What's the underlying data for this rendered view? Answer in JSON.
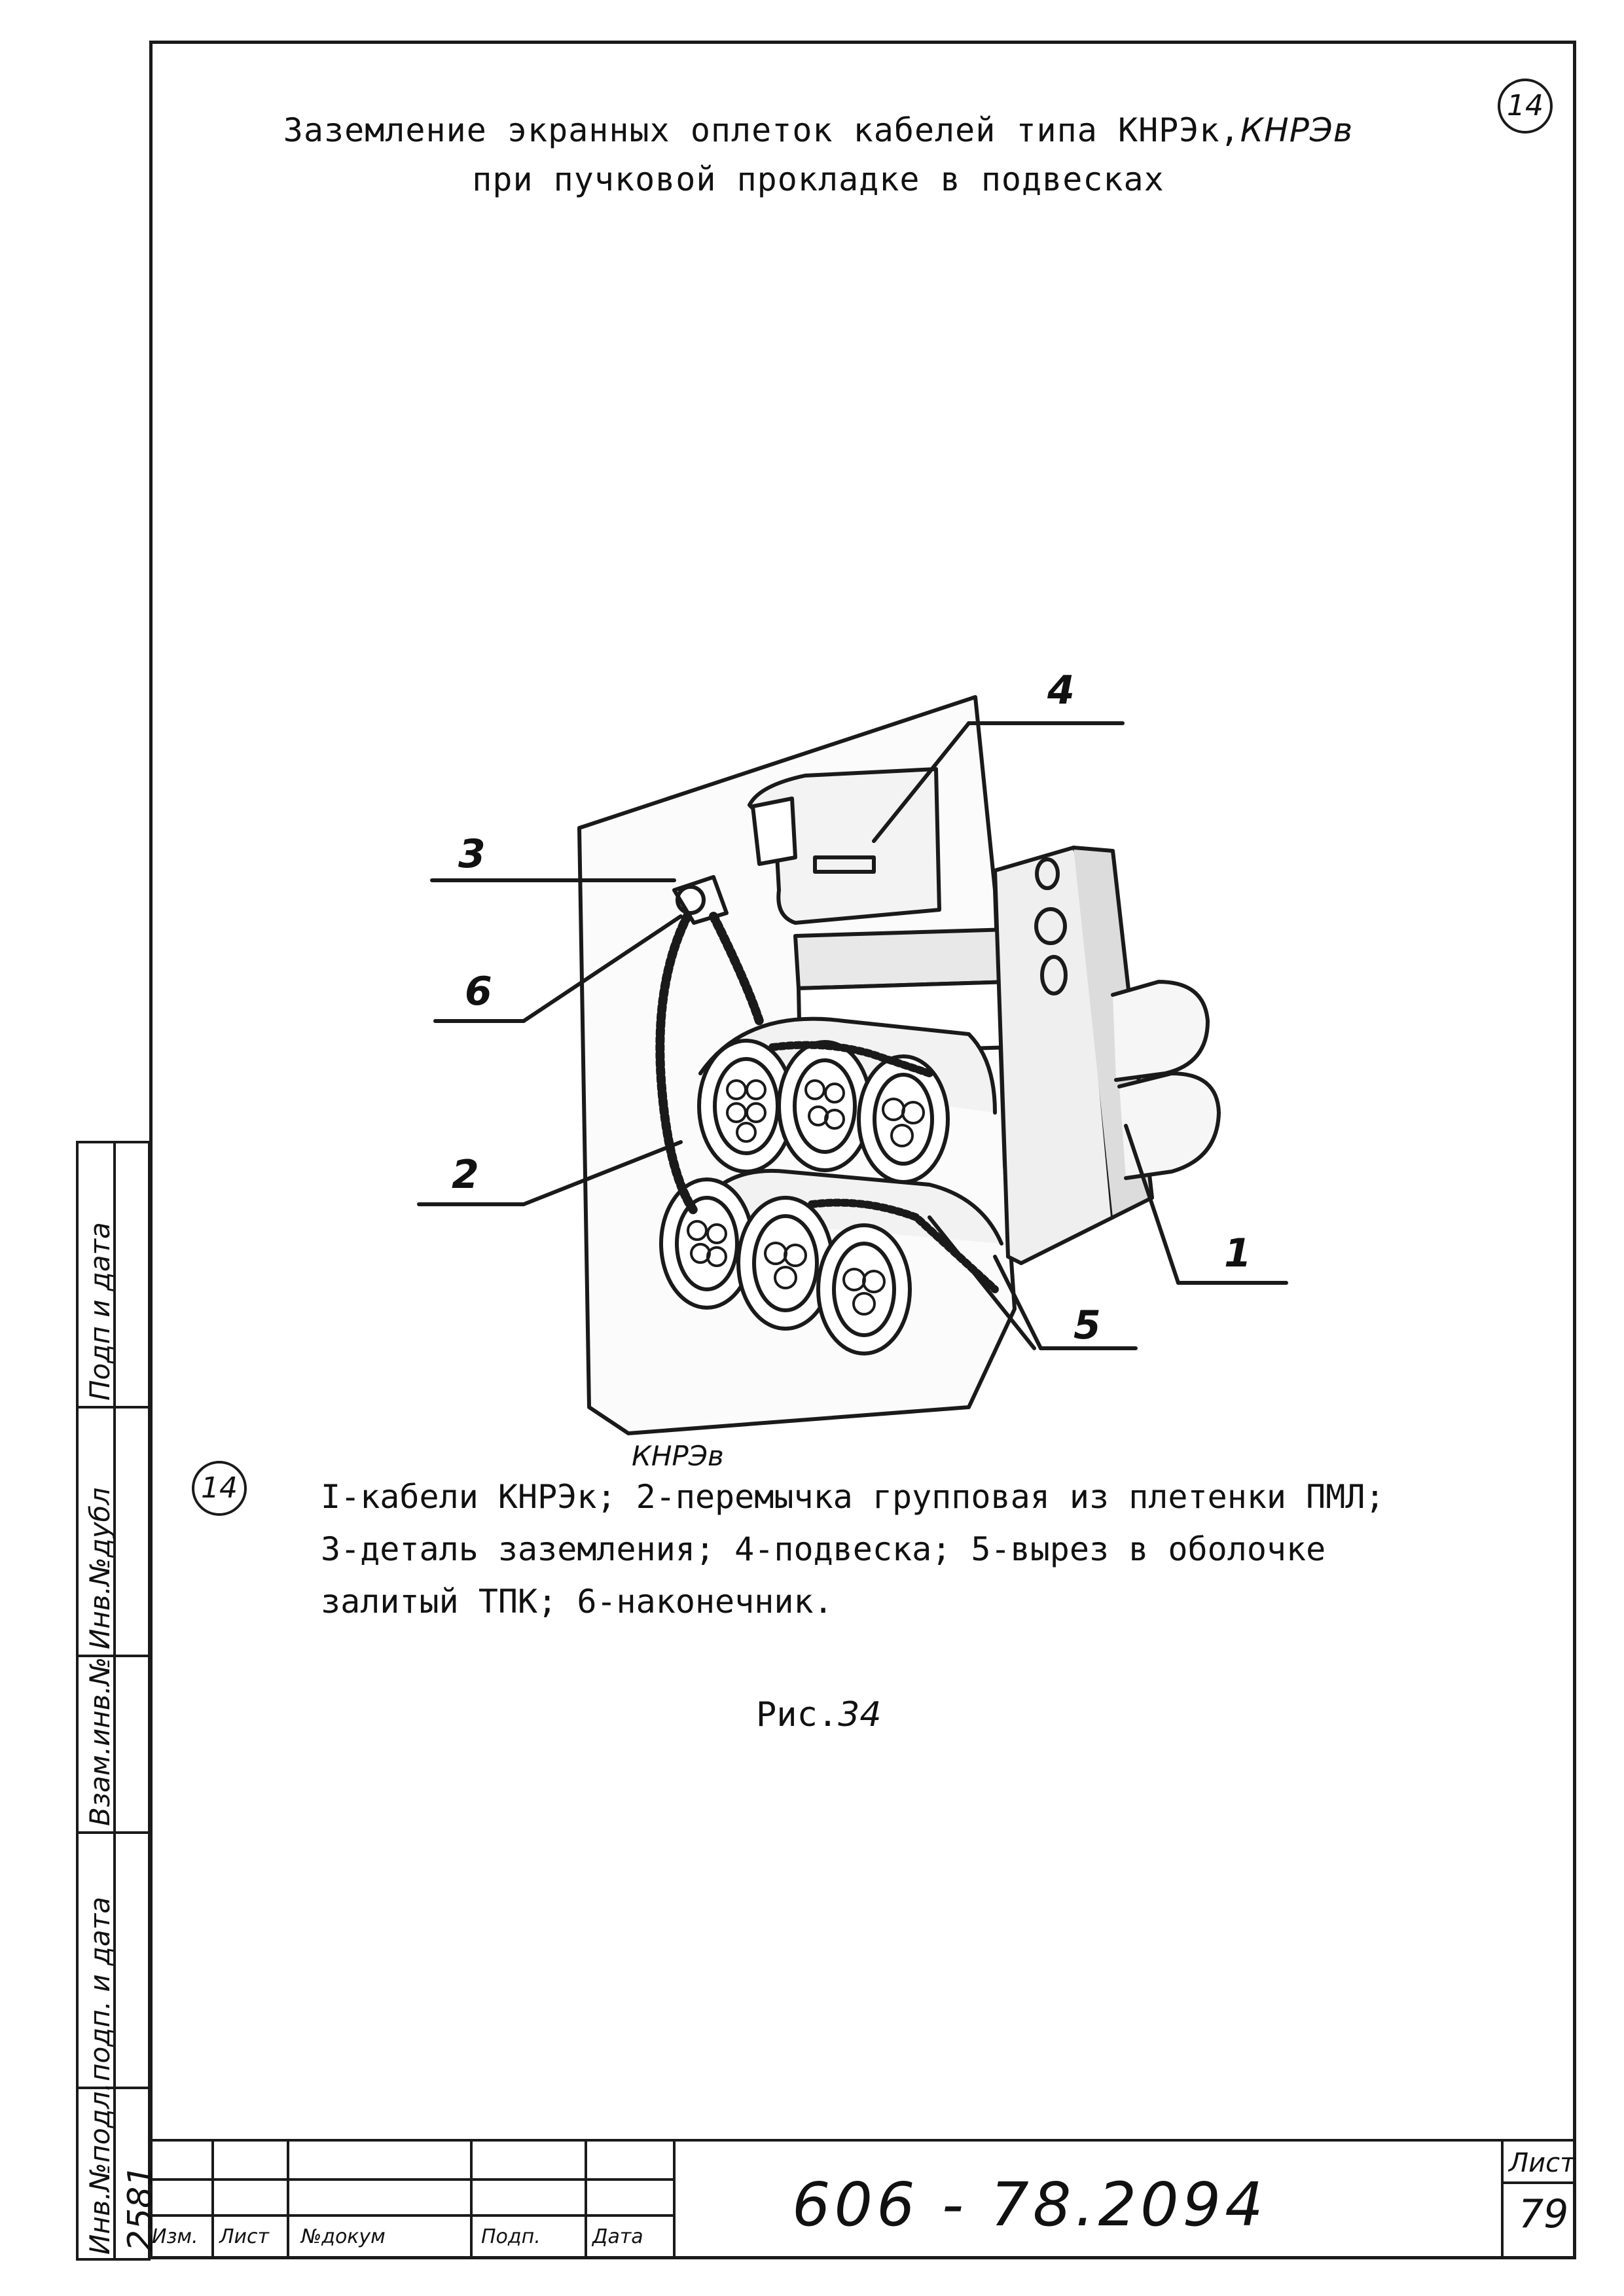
{
  "page_number": "14",
  "title_line1": "Заземление экранных оплеток кабелей типа КНРЭк,",
  "title_line1_hand": "КНРЭв",
  "title_line2": "при пучковой прокладке в подвесках",
  "callouts": {
    "c1": "1",
    "c2": "2",
    "c3": "3",
    "c4": "4",
    "c5": "5",
    "c6": "6"
  },
  "revision_mark": "14",
  "handwritten_note": "КНРЭв",
  "legend_lines": [
    "I-кабели КНРЭк; 2-перемычка групповая из плетенки ПМЛ;",
    "3-деталь заземления; 4-подвеска; 5-вырез в оболочке",
    "залитый ТПК; 6-наконечник."
  ],
  "figure_label": "Рис.",
  "figure_number": "34",
  "side_stamp": {
    "podp_data_top": "Подп и дата",
    "inv_dubl": "Инв.№дубл",
    "vzam_inv": "Взам.инв.№",
    "podp_data": "подп. и дата",
    "inv_podl": "Инв.№подл.",
    "inv_number": "2581"
  },
  "title_block": {
    "izm": "Изм.",
    "list": "Лист",
    "doc_no": "№докум",
    "podp": "Подп.",
    "data": "Дата",
    "document_number": "606 - 78.2094",
    "sheet_label": "Лист",
    "sheet_number": "79"
  }
}
